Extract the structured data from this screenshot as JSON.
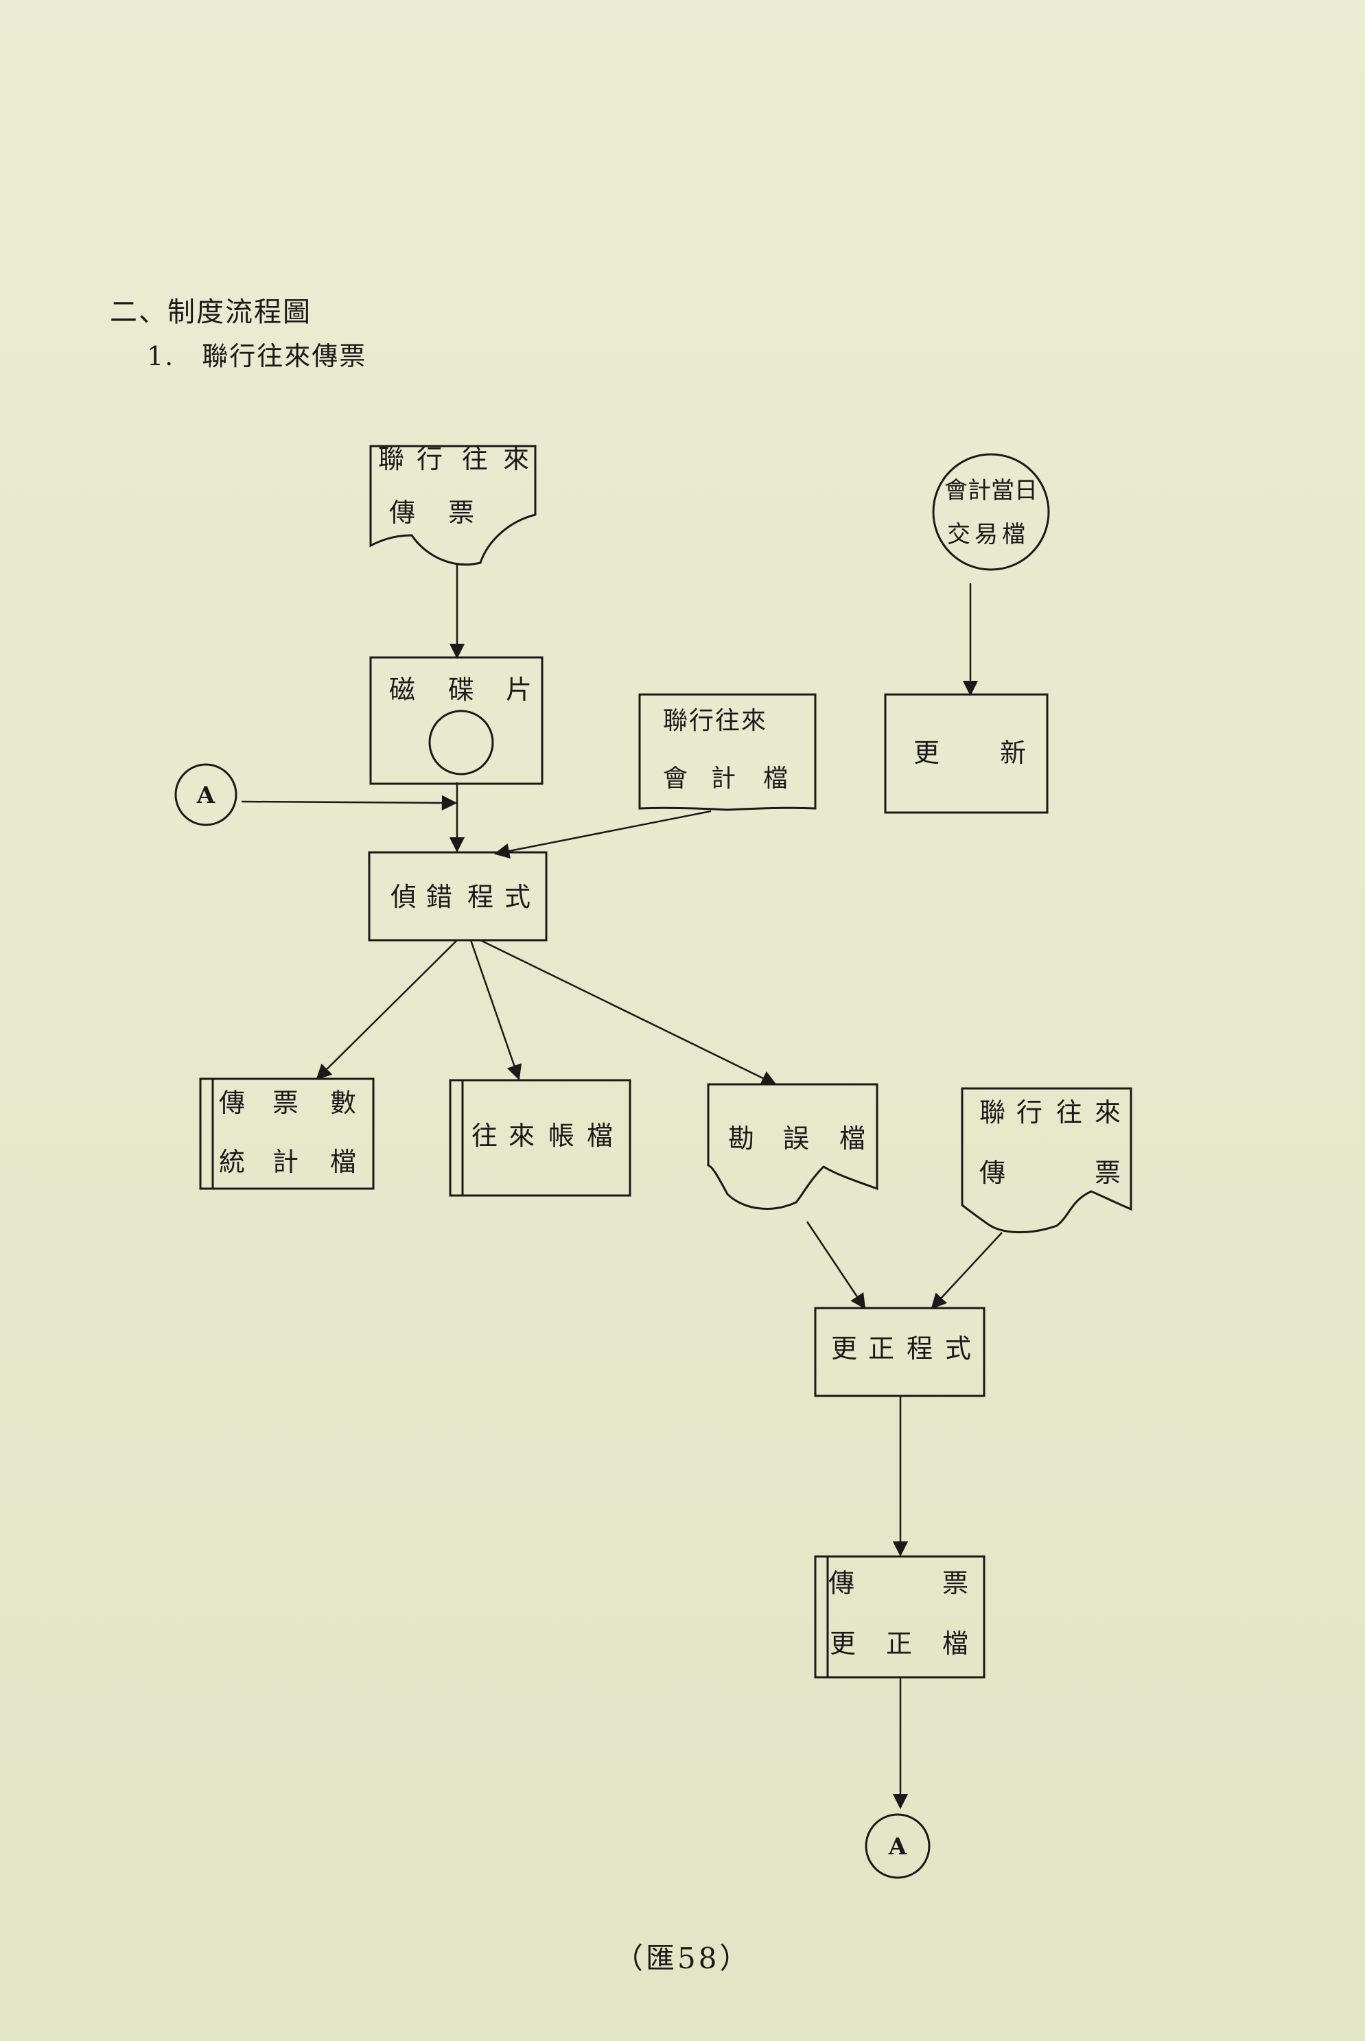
{
  "section_title": "二、制度流程圖",
  "subsection_title": "1.　聯行往來傳票",
  "page_number": "（匯58）",
  "nodes": {
    "slip": {
      "line1": [
        "聯",
        "行",
        "往",
        "來"
      ],
      "line2": [
        "傳",
        "票"
      ]
    },
    "daily_file": {
      "line1": "會計當日",
      "line2": "交易檔"
    },
    "disk": {
      "label": [
        "磁",
        "碟",
        "片"
      ]
    },
    "interbank_accounting": {
      "line1": "聯行往來",
      "line2": [
        "會",
        "計",
        "檔"
      ]
    },
    "update": {
      "label": [
        "更",
        "新"
      ]
    },
    "connector_top": {
      "label": "A"
    },
    "validation": {
      "label": [
        "偵",
        "錯",
        "程",
        "式"
      ]
    },
    "stats_file": {
      "line1": [
        "傳",
        "票",
        "數"
      ],
      "line2": [
        "統",
        "計",
        "檔"
      ]
    },
    "ledger_file": {
      "label": [
        "往",
        "來",
        "帳",
        "檔"
      ]
    },
    "error_file": {
      "label": [
        "勘",
        "誤",
        "檔"
      ]
    },
    "slip_right": {
      "line1": [
        "聯",
        "行",
        "往",
        "來"
      ],
      "line2": [
        "傳",
        "票"
      ]
    },
    "correction": {
      "label": [
        "更",
        "正",
        "程",
        "式"
      ]
    },
    "correction_file": {
      "line1": [
        "傳",
        "票"
      ],
      "line2": [
        "更",
        "正",
        "檔"
      ]
    },
    "connector_bottom": {
      "label": "A"
    }
  }
}
